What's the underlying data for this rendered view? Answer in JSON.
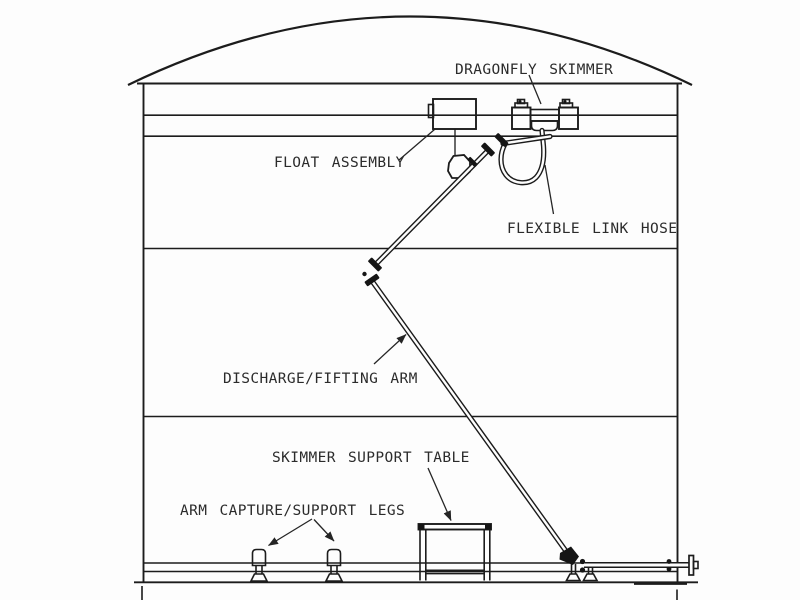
{
  "diagram": {
    "type": "technical-line-drawing",
    "subject": "Dragonfly skimmer installation inside a storage tank (elevation view)",
    "labels": {
      "dragonfly_skimmer": "DRAGONFLY SKIMMER",
      "float_assembly": "FLOAT ASSEMBLY",
      "flexible_link_hose": "FLEXIBLE LINK HOSE",
      "discharge_fifting_arm": "DISCHARGE/FIFTING ARM",
      "skimmer_support_table": "SKIMMER SUPPORT TABLE",
      "arm_capture_support_legs": "ARM CAPTURE/SUPPORT LEGS"
    },
    "colors": {
      "background": "#fdfdfd",
      "line": "#1c1c1c",
      "text": "#2b2b2b"
    }
  }
}
